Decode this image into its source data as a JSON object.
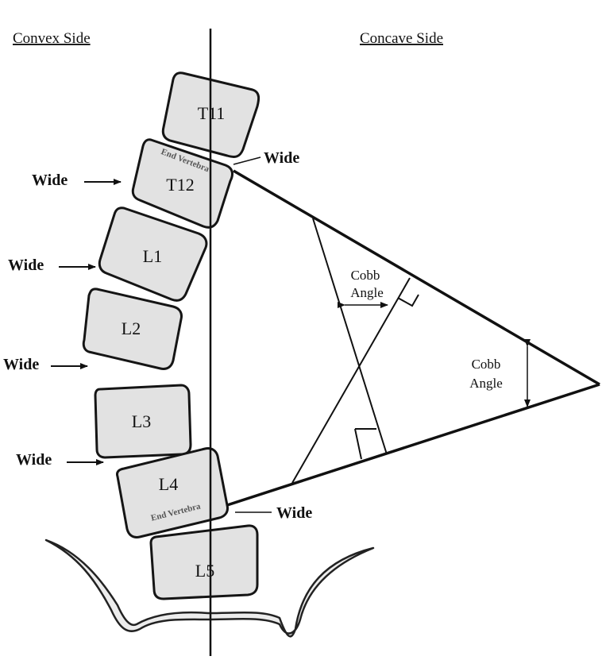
{
  "sides": {
    "convex": "Convex Side",
    "concave": "Concave Side"
  },
  "vertebrae": [
    {
      "id": "t11",
      "label": "T11"
    },
    {
      "id": "t12",
      "label": "T12",
      "note": "End Vertebra"
    },
    {
      "id": "l1",
      "label": "L1"
    },
    {
      "id": "l2",
      "label": "L2"
    },
    {
      "id": "l3",
      "label": "L3"
    },
    {
      "id": "l4",
      "label": "L4",
      "note": "End Vertebra"
    },
    {
      "id": "l5",
      "label": "L5"
    }
  ],
  "wide_labels": [
    "Wide",
    "Wide",
    "Wide",
    "Wide",
    "Wide",
    "Wide"
  ],
  "cobb": {
    "line1": "Cobb",
    "line2": "Angle"
  },
  "colors": {
    "ink": "#111111",
    "bone_fill": "#e2e2e2"
  }
}
